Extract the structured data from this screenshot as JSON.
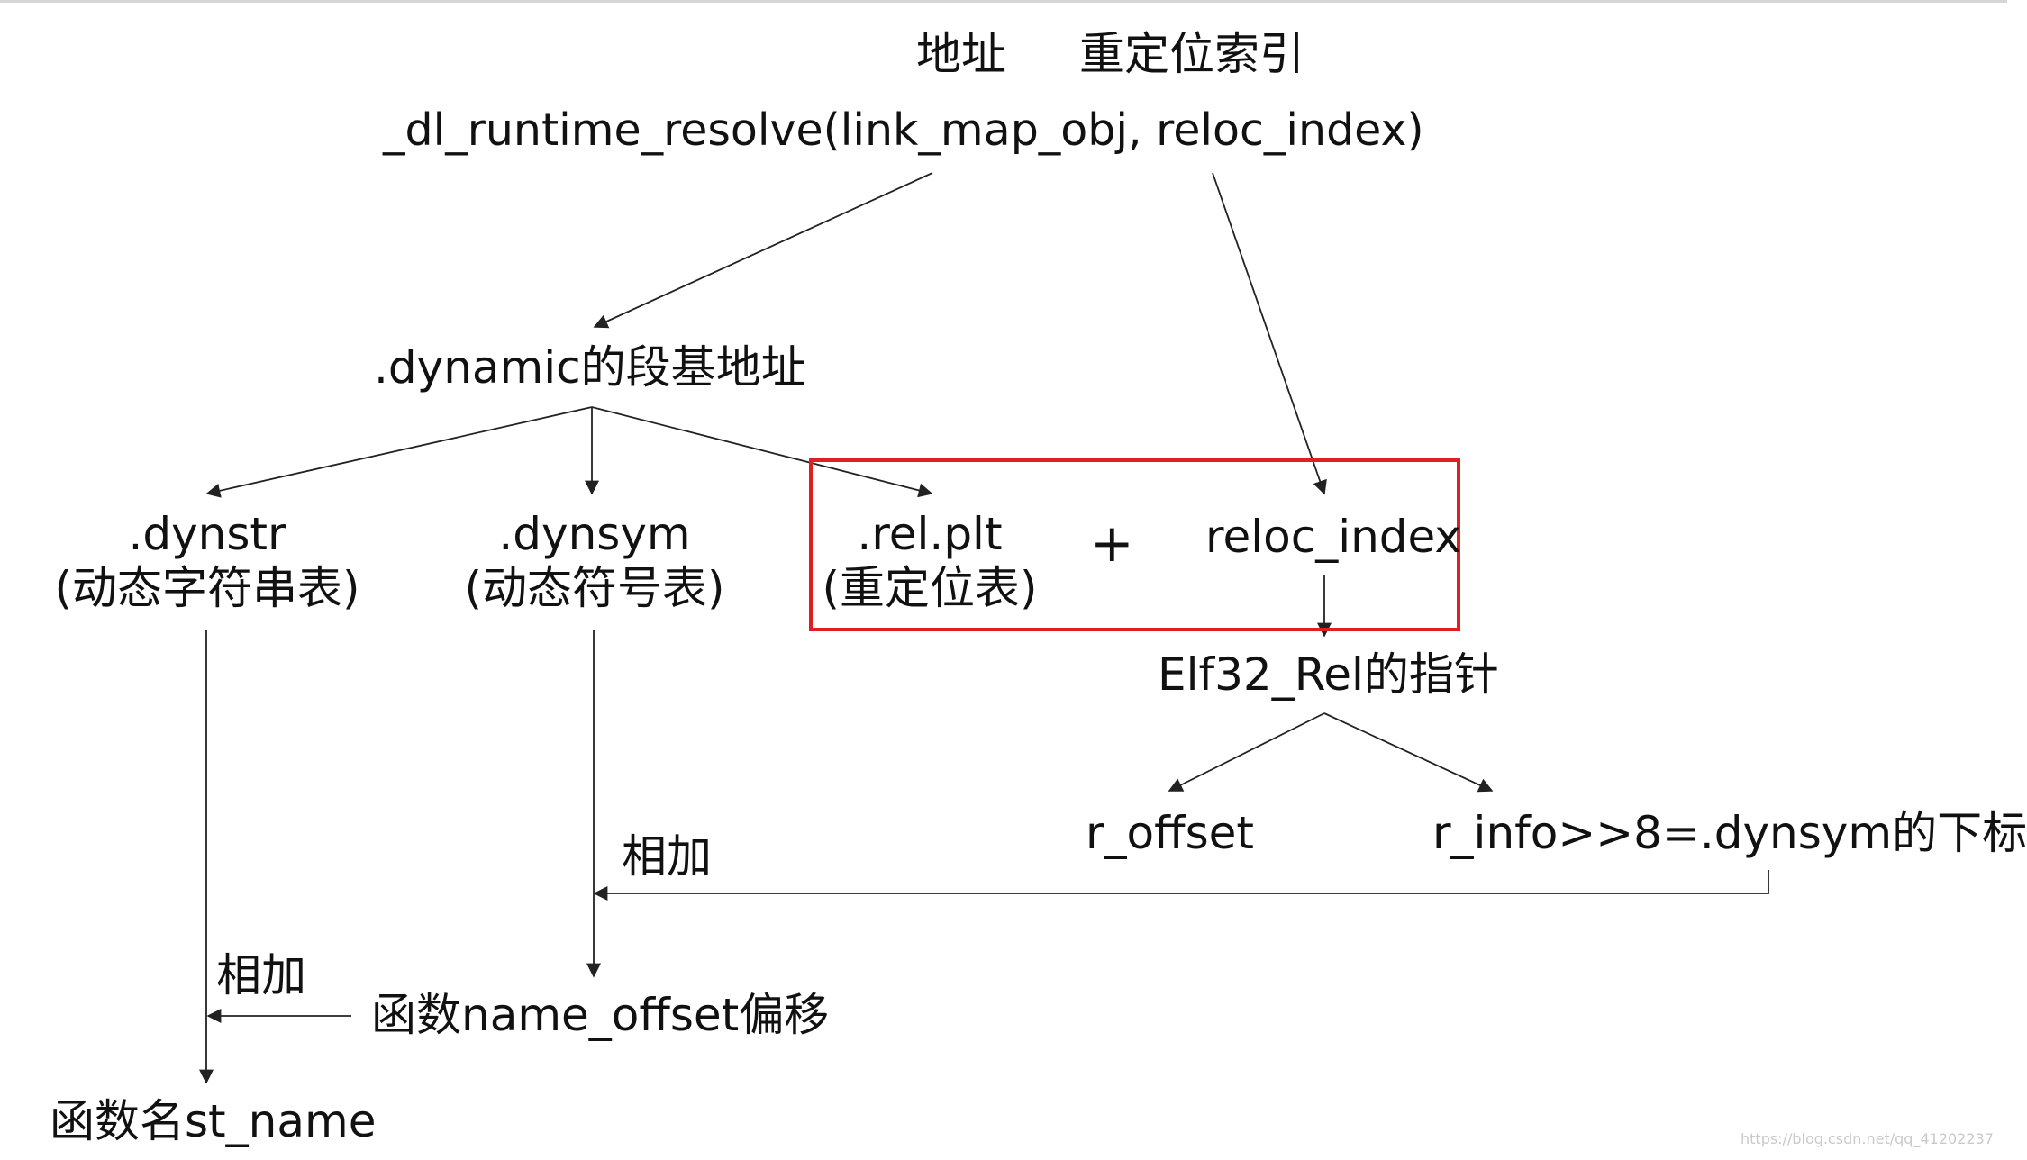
{
  "header": {
    "addr": "地址",
    "reloc": "重定位索引"
  },
  "func_call": "_dl_runtime_resolve(link_map_obj, reloc_index)",
  "dynamic_base": ".dynamic的段基地址",
  "dynstr": {
    "name": ".dynstr",
    "desc": "(动态字符串表)"
  },
  "dynsym": {
    "name": ".dynsym",
    "desc": "(动态符号表)"
  },
  "relplt": {
    "name": ".rel.plt",
    "desc": "(重定位表)"
  },
  "plus": "+",
  "reloc_index": "reloc_index",
  "elf_rel": "Elf32_Rel的指针",
  "r_offset": "r_offset",
  "r_info": "r_info>>8=.dynsym的下标",
  "add_label_1": "相加",
  "add_label_2": "相加",
  "name_offset": "函数name_offset偏移",
  "st_name": "函数名st_name",
  "watermark": "https://blog.csdn.net/qq_41202237",
  "colors": {
    "highlight_box": "#e02020",
    "line": "#222222"
  }
}
